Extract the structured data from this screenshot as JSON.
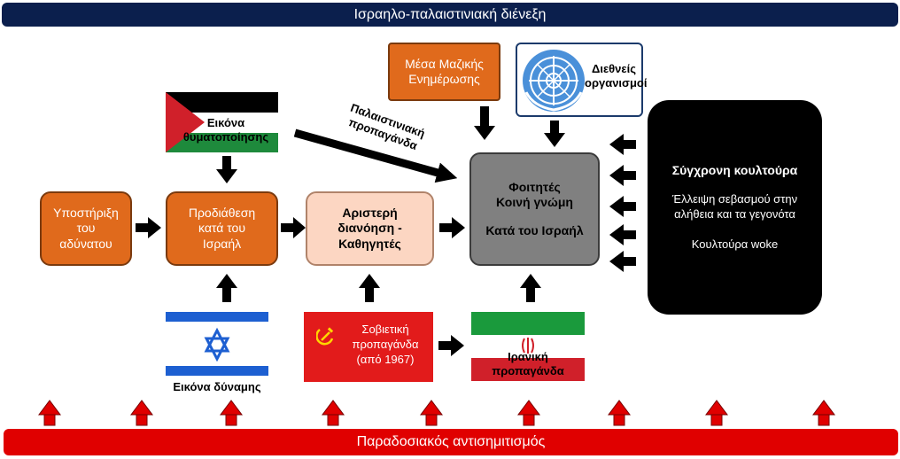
{
  "header_bar": {
    "text": "Ισραηλο-παλαιστινιακή  διένεξη",
    "color": "#0b1f4d"
  },
  "footer_bar": {
    "text": "Παραδοσιακός  αντισημιτισμός",
    "color": "#e00000"
  },
  "boxes": {
    "support": {
      "line1": "Υποστήριξη",
      "line2": "του",
      "line3": "αδύνατου"
    },
    "bias": {
      "line1": "Προδιάθεση",
      "line2": "κατά του",
      "line3": "Ισραήλ"
    },
    "left": {
      "line1": "Αριστερή",
      "line2": "διανόηση -",
      "line3": "Καθηγητές"
    },
    "students": {
      "line1": "Φοιτητές",
      "line2": "Κοινή γνώμη",
      "line3": "Κατά του Ισραήλ"
    },
    "media": {
      "line1": "Μέσα Μαζικής",
      "line2": "Ενημέρωσης"
    },
    "un": {
      "line1": "Διεθνείς",
      "line2": "οργανισμοί"
    },
    "soviet": {
      "line1": "Σοβιετική",
      "line2": "προπαγάνδα",
      "line3": "(από 1967)"
    },
    "culture": {
      "title": "Σύγχρονη κουλτούρα",
      "line1": "Έλλειψη σεβασμού στην",
      "line2": "αλήθεια και τα γεγονότα",
      "line3": "Κουλτούρα woke"
    }
  },
  "labels": {
    "victim_image": {
      "line1": "Εικόνα",
      "line2": "θυματοποίησης"
    },
    "power_image": "Εικόνα δύναμης",
    "palestinian_propaganda": {
      "line1": "Παλαιστινιακή",
      "line2": "προπαγάνδα"
    },
    "iran_propaganda": {
      "line1": "Ιρανική",
      "line2": "προπαγάνδα"
    }
  },
  "icons": {
    "palestine_flag": "palestine-flag-icon",
    "israel_flag": "israel-flag-icon",
    "iran_flag": "iran-flag-icon",
    "un_emblem": "un-emblem-icon",
    "hammer_sickle": "hammer-sickle-icon"
  },
  "colors": {
    "orange": "#e06a1c",
    "peach": "#fcd6c2",
    "grey": "#808080",
    "black": "#000000",
    "soviet_red": "#e21b1b",
    "arrow_red": "#e00000",
    "israel_blue": "#1d5fd1",
    "iran_green": "#1a9a3c",
    "iran_red": "#d0202a",
    "palestine_green": "#1e8a3c",
    "palestine_red": "#d0202a",
    "un_blue": "#4a90d9"
  }
}
